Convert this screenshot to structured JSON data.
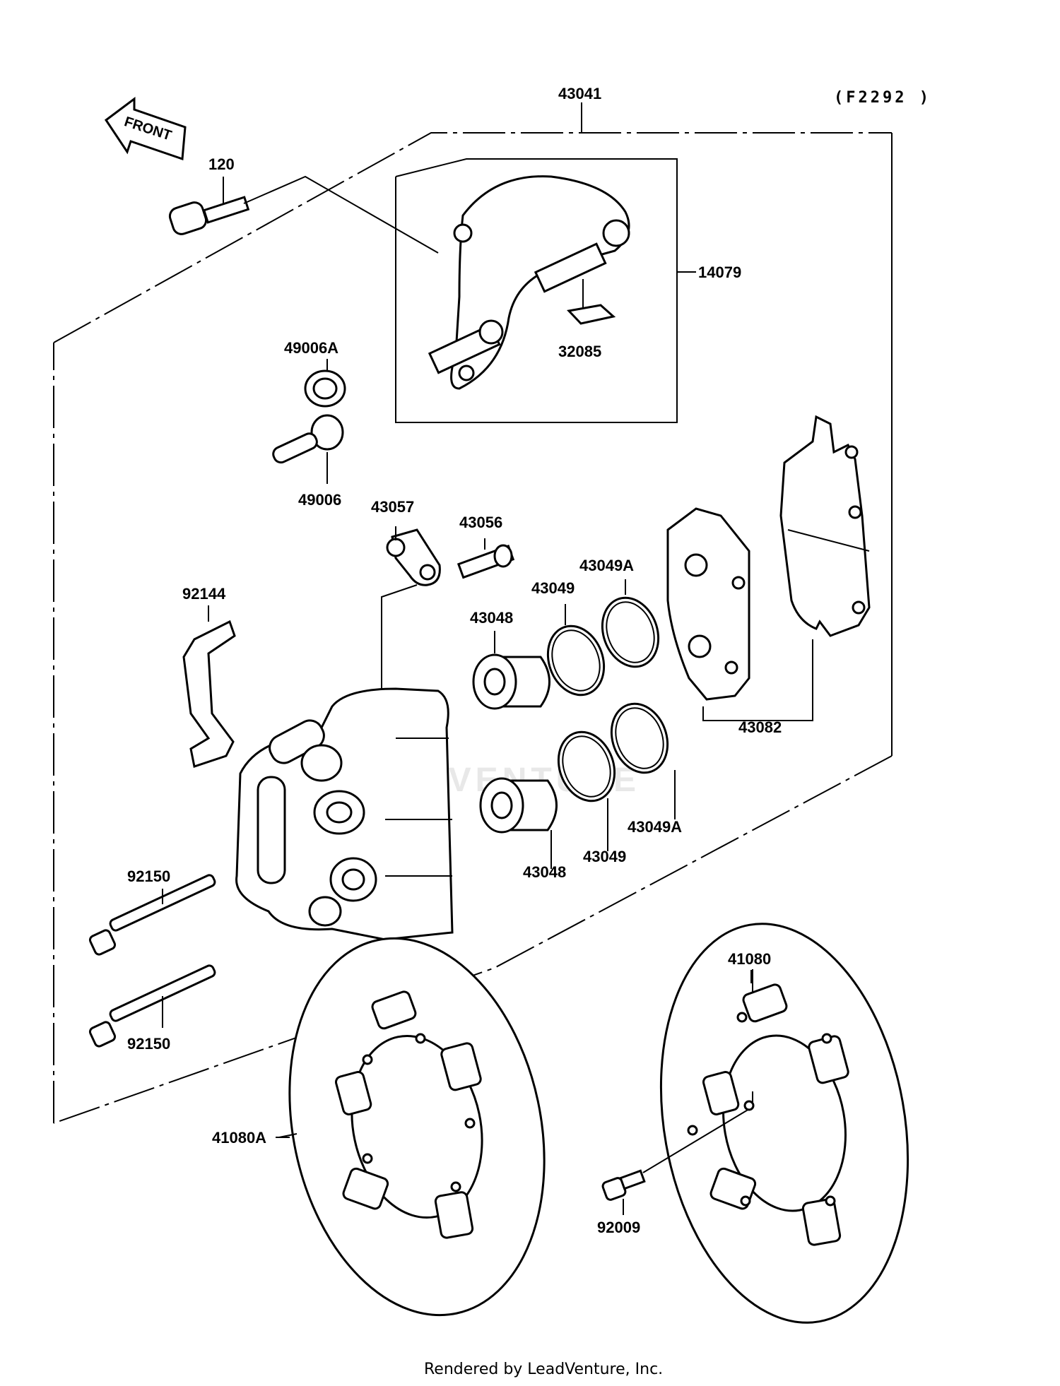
{
  "diagram": {
    "code": "(F2292 )",
    "front_label": "FRONT",
    "watermark": "LEADVENTURE",
    "footer": "Rendered by LeadVenture, Inc.",
    "parts": {
      "p43041": "43041",
      "p120": "120",
      "p14079": "14079",
      "p32085": "32085",
      "p49006A": "49006A",
      "p49006": "49006",
      "p43057": "43057",
      "p43056": "43056",
      "p43049A_top": "43049A",
      "p43049_top": "43049",
      "p43048_top": "43048",
      "p92144": "92144",
      "p43082": "43082",
      "p43049A_bot": "43049A",
      "p43049_bot": "43049",
      "p43048_bot": "43048",
      "p92150_top": "92150",
      "p92150_bot": "92150",
      "p41080": "41080",
      "p41080A": "41080A",
      "p92009": "92009"
    }
  }
}
